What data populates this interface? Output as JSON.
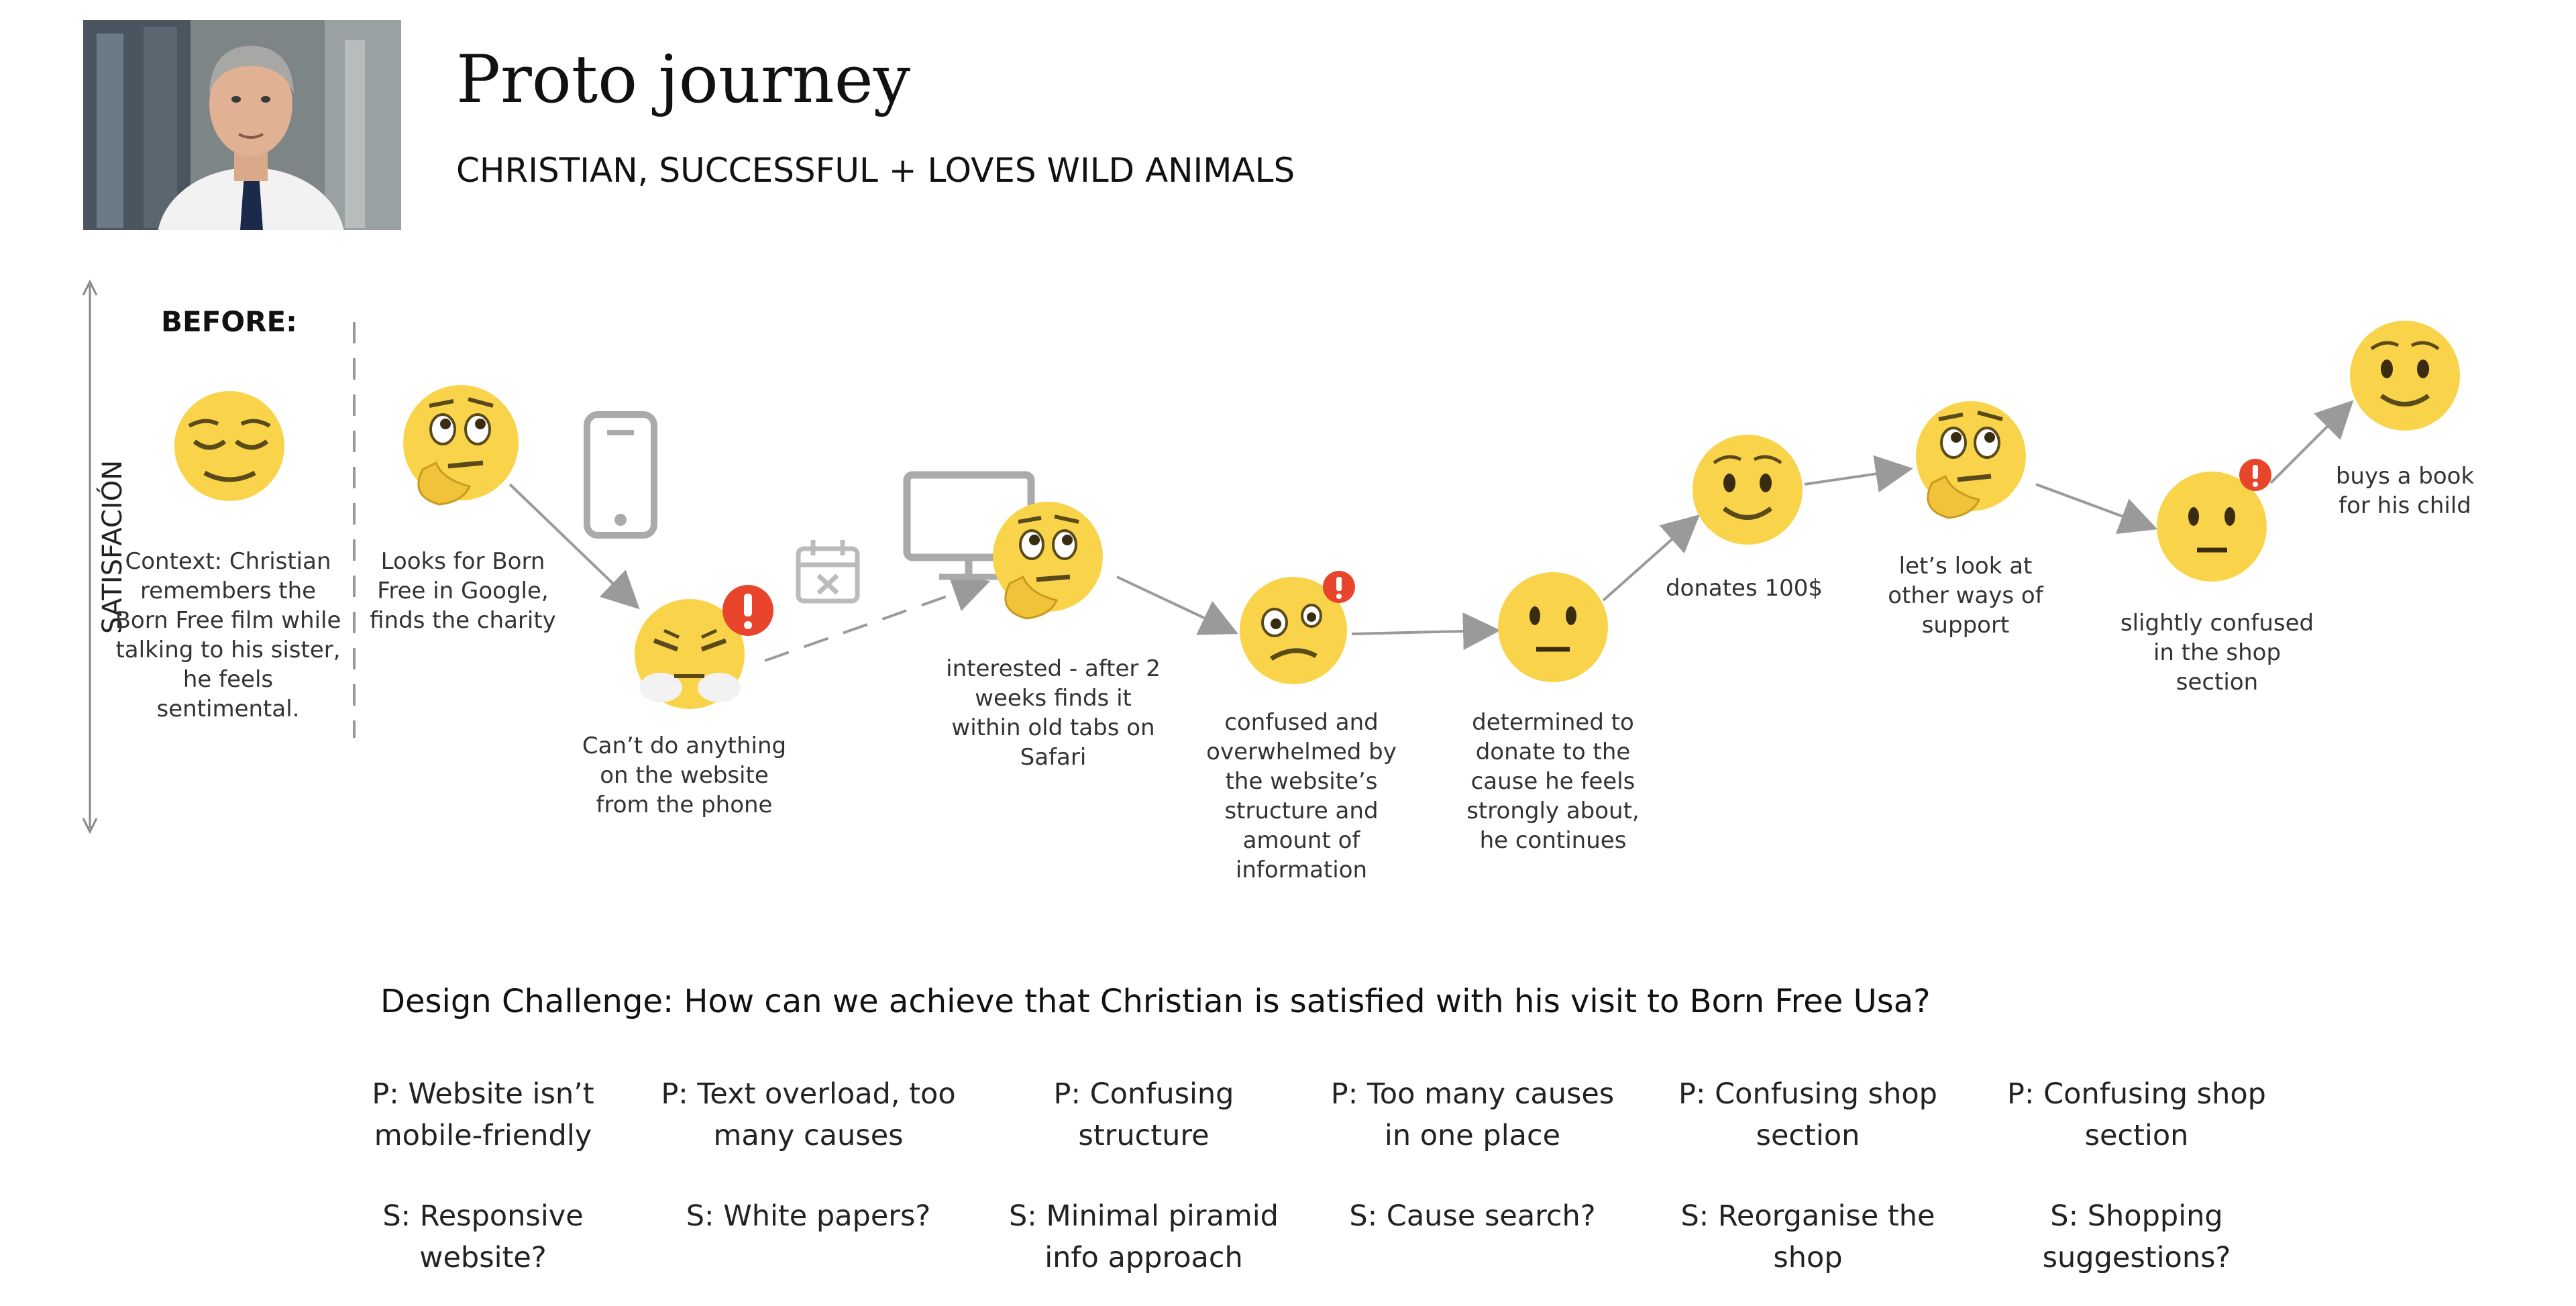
{
  "header": {
    "title": "Proto journey",
    "subtitle": "CHRISTIAN,  SUCCESSFUL + LOVES WILD ANIMALS"
  },
  "axis": {
    "ylabel": "SATISFACIÓN"
  },
  "before": {
    "label": "BEFORE:"
  },
  "journey": {
    "context": "Context: Christian remembers the Born Free film while talking to his sister, he feels sentimental.",
    "step1": "Looks for Born Free in Google, finds the charity",
    "step2": "Can’t do anything on the website from the phone",
    "step3": "interested - after 2 weeks finds it within old tabs on Safari",
    "step4": "confused and overwhelmed by the website’s structure and amount of information",
    "step5": "determined to donate to the cause he feels strongly about, he continues",
    "step6": "donates 100$",
    "step7": "let’s look at other ways of support",
    "step8": "slightly confused in the shop section",
    "step9": "buys a book for his child"
  },
  "challenge": "Design Challenge: How can we achieve that Christian is satisfied with his visit to Born Free Usa?",
  "problems": [
    {
      "p": "P: Website isn’t mobile-friendly",
      "s": "S: Responsive website?"
    },
    {
      "p": "P: Text overload, too many causes",
      "s": "S: White papers?"
    },
    {
      "p": "P: Confusing structure",
      "s": "S: Minimal piramid info approach"
    },
    {
      "p": "P: Too many causes in one place",
      "s": "S: Cause search?"
    },
    {
      "p": "P: Confusing shop section",
      "s": "S: Reorganise the shop"
    },
    {
      "p": "P: Confusing shop section",
      "s": "S: Shopping suggestions?"
    }
  ],
  "icons": {
    "persona": "persona-photo",
    "device1": "smartphone-icon",
    "device2": "calendar-cancel-icon",
    "device3": "desktop-monitor-icon",
    "alert": "exclamation-badge-icon",
    "emojis": [
      "relieved-face-icon",
      "thinking-face-icon",
      "frustrated-face-icon",
      "thinking-face-icon",
      "confused-face-icon",
      "neutral-face-icon",
      "smiling-face-icon",
      "thinking-face-icon",
      "neutral-face-icon",
      "smiling-face-icon"
    ]
  },
  "colors": {
    "emoji": "#f9d44a",
    "alert": "#e8452c",
    "arrow": "#9a9a9a",
    "device": "#aaaaaa"
  }
}
